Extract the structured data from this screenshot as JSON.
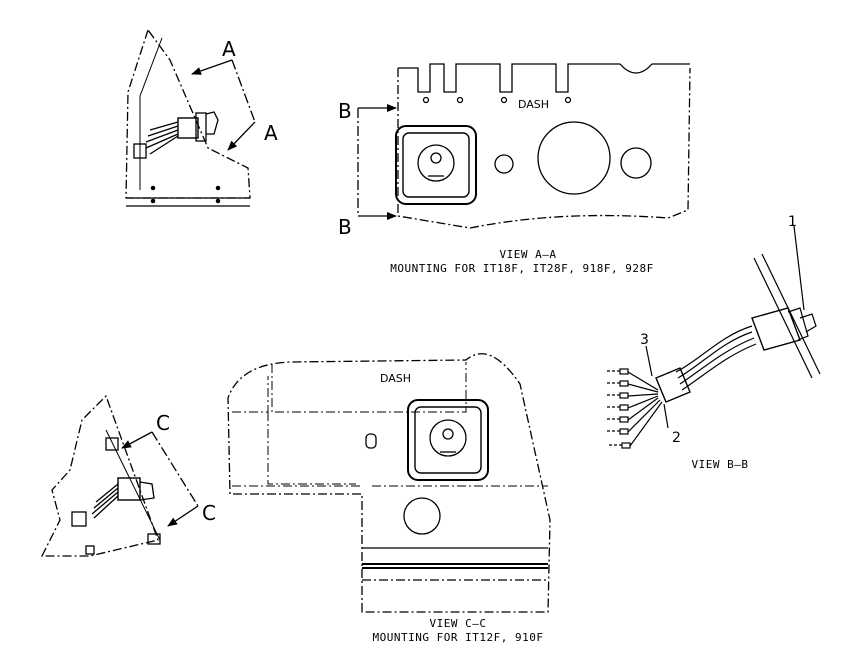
{
  "section_labels": {
    "a_top": "A",
    "a_bottom": "A",
    "b_top": "B",
    "b_bottom": "B",
    "c_top": "C",
    "c_bottom": "C"
  },
  "view_a": {
    "dash_label": "DASH",
    "title": "VIEW A–A",
    "subtitle": "MOUNTING FOR IT18F, IT28F, 918F, 928F"
  },
  "view_b": {
    "title": "VIEW B–B",
    "callouts": [
      "1",
      "2",
      "3"
    ]
  },
  "view_c": {
    "dash_label": "DASH",
    "title": "VIEW C–C",
    "subtitle": "MOUNTING FOR IT12F, 910F"
  }
}
